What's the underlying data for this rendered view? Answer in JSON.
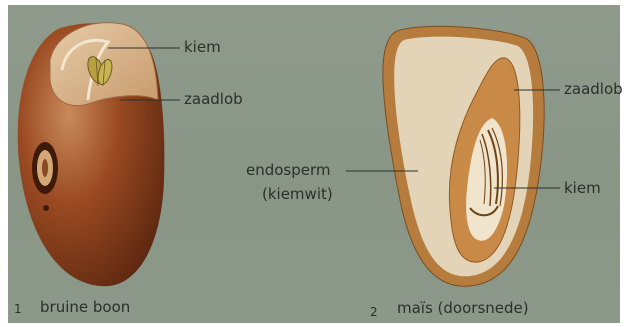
{
  "colors": {
    "background": "#8c998a",
    "bean_dark": "#6e2f12",
    "bean_mid": "#9a4a22",
    "bean_light": "#c98a5a",
    "cotyledon": "#d7b48e",
    "maize_shell": "#b57c3d",
    "endosperm": "#e3d3b7",
    "embryo": "#c99151",
    "label_text": "#2c2f2b"
  },
  "figure1": {
    "number": "1",
    "caption": "bruine boon",
    "labels": {
      "kiem": "kiem",
      "zaadlob": "zaadlob"
    }
  },
  "figure2": {
    "number": "2",
    "caption": "maïs (doorsnede)",
    "labels": {
      "zaadlob": "zaadlob",
      "endosperm": "endosperm",
      "endosperm_sub": "(kiemwit)",
      "kiem": "kiem"
    }
  }
}
